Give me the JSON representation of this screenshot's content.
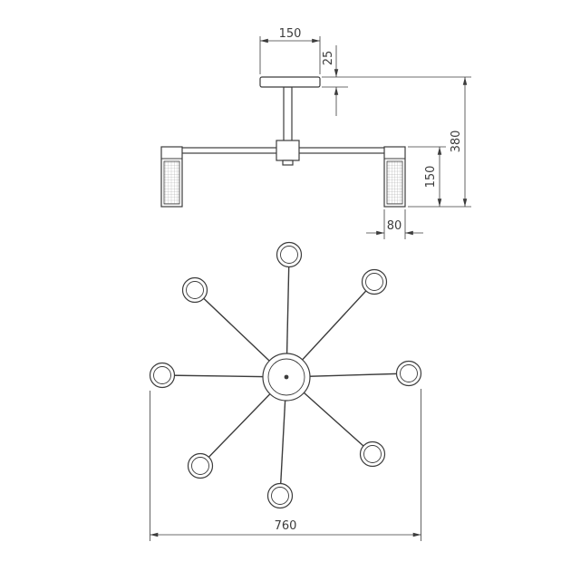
{
  "theme": {
    "stroke": "#3c3c3c",
    "background": "#ffffff"
  },
  "dimensions": {
    "canopy_width_mm": "150",
    "canopy_drop_mm": "25",
    "fixture_height_mm": "380",
    "shade_height_mm": "150",
    "shade_diameter_mm": "80",
    "overall_diameter_mm": "760"
  }
}
